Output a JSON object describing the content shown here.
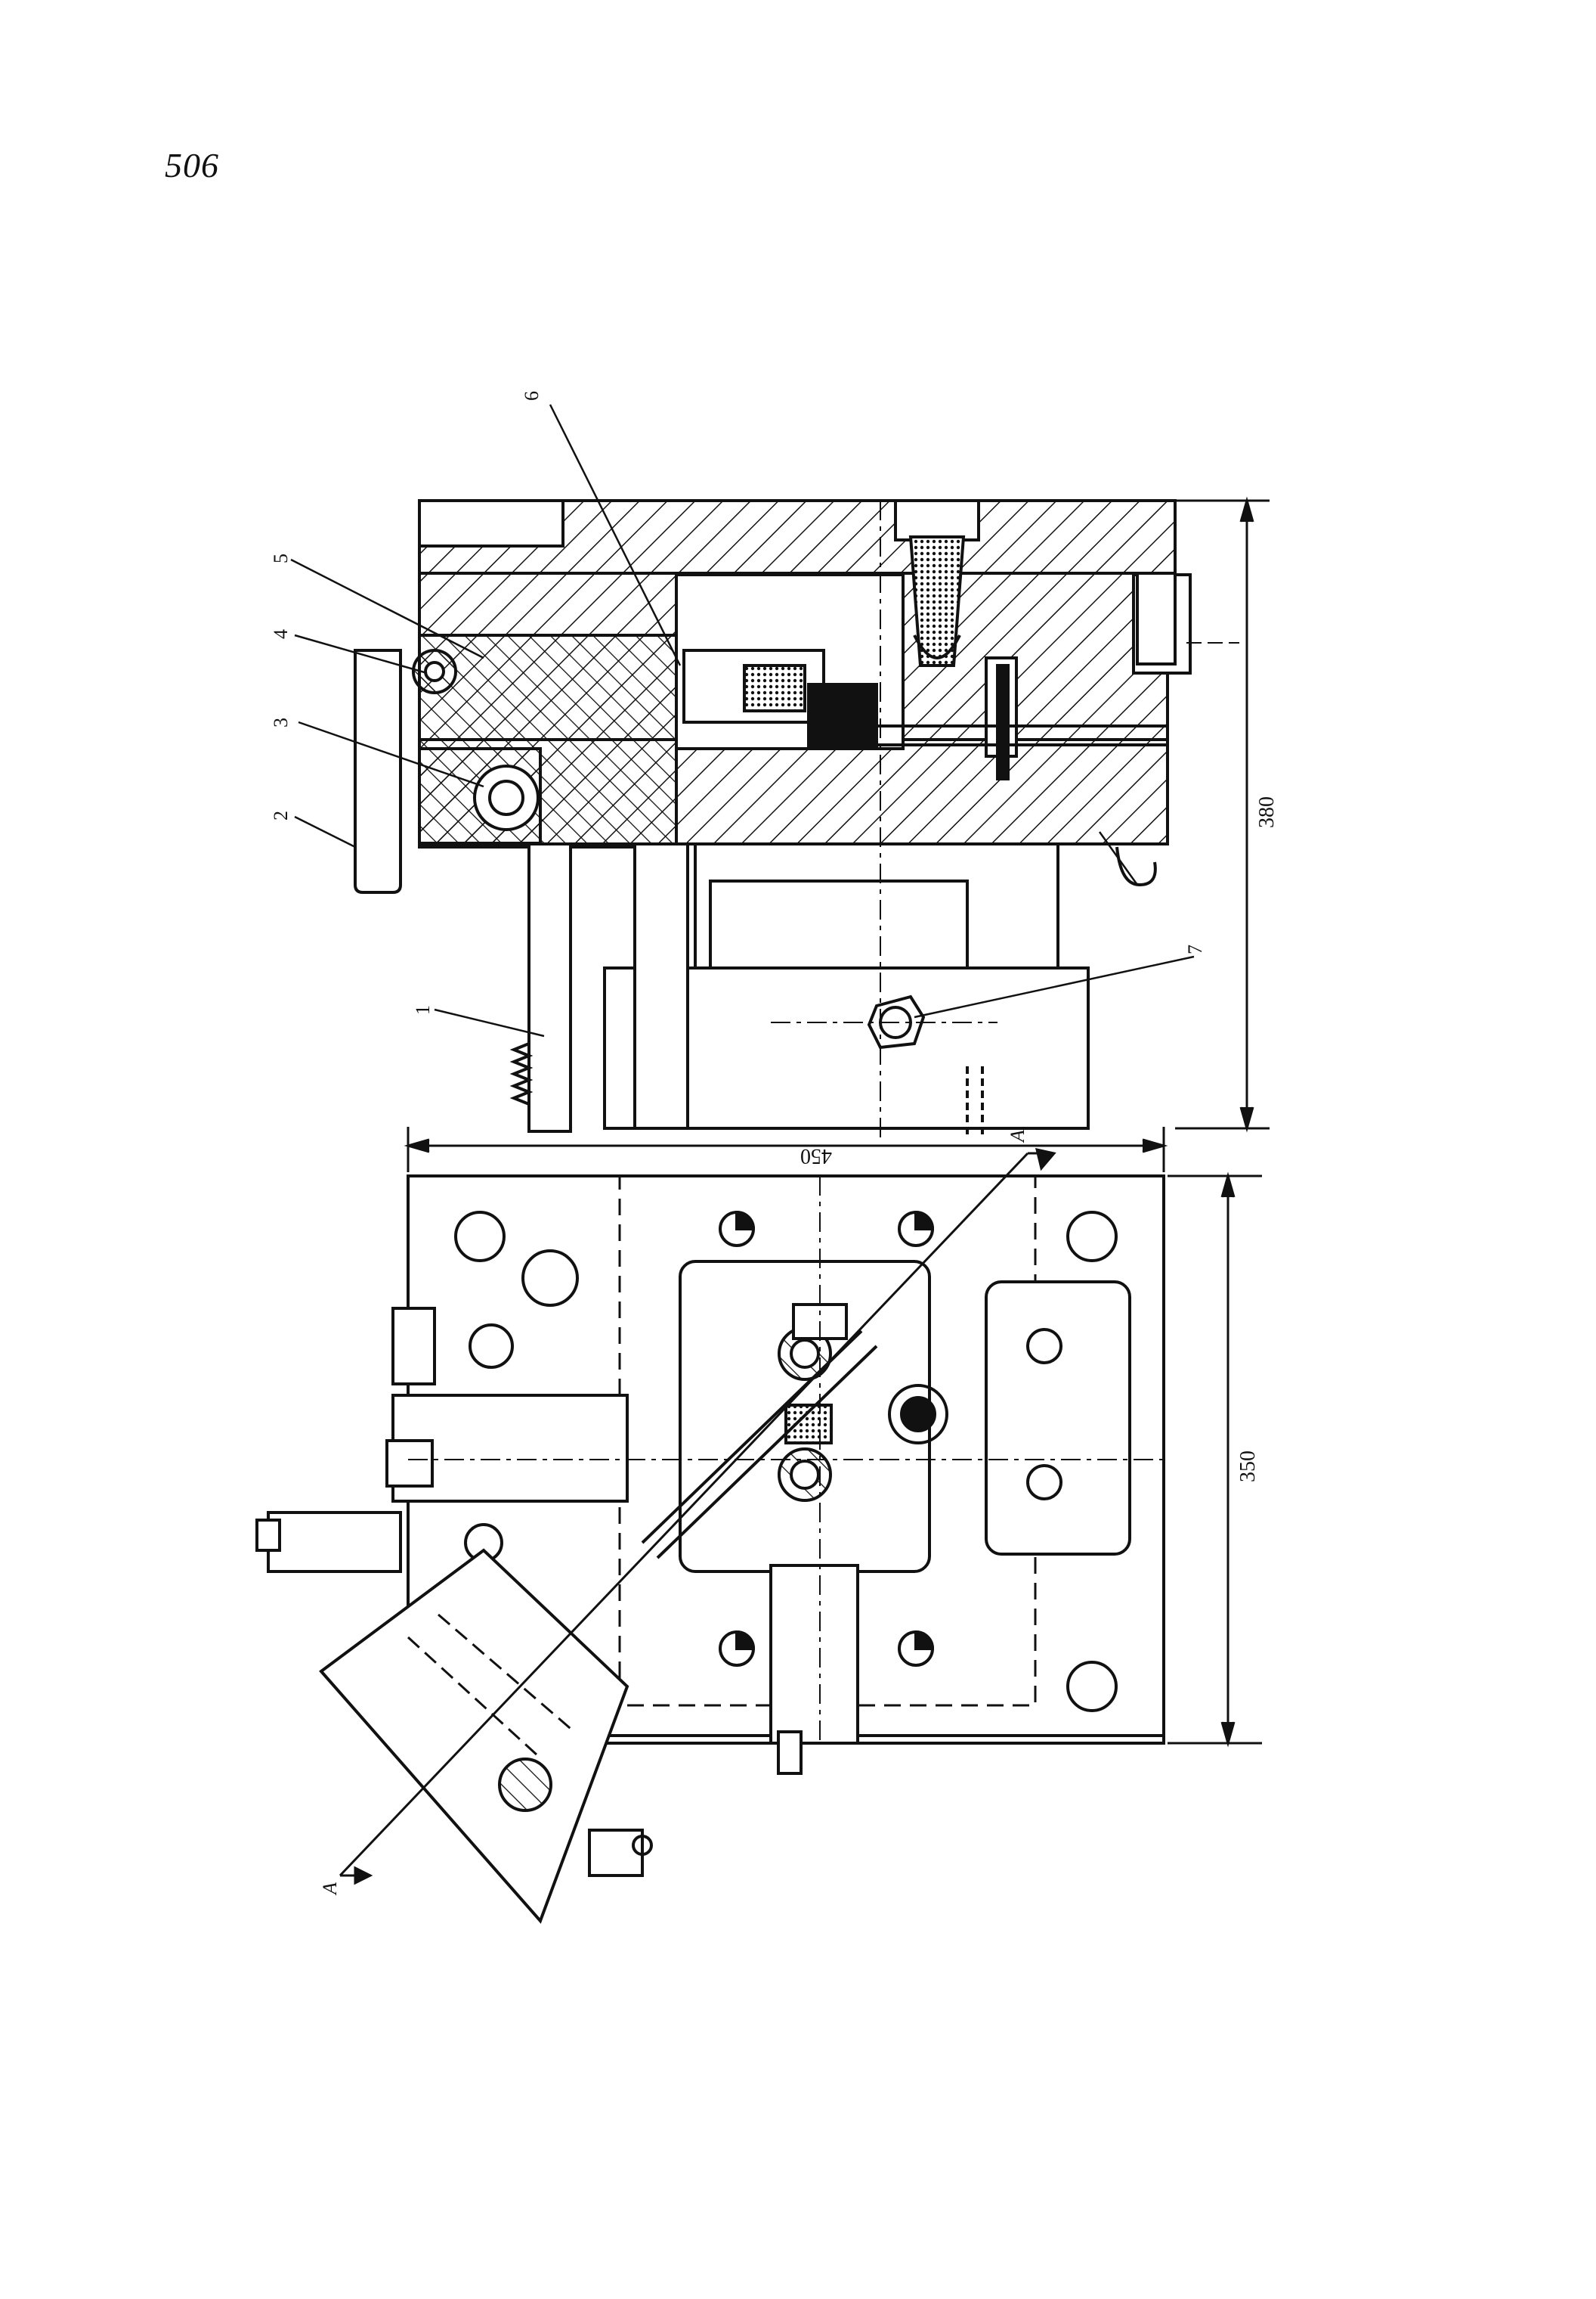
{
  "page": {
    "number": "506"
  },
  "callouts": [
    "1",
    "2",
    "3",
    "4",
    "5",
    "6",
    "7"
  ],
  "dimensions": {
    "height_top": "380",
    "width_bottom": "450",
    "height_bottom": "350"
  },
  "section": {
    "label_top": "A",
    "label_bottom": "A"
  },
  "colors": {
    "ink": "#111111",
    "paper": "#ffffff"
  }
}
